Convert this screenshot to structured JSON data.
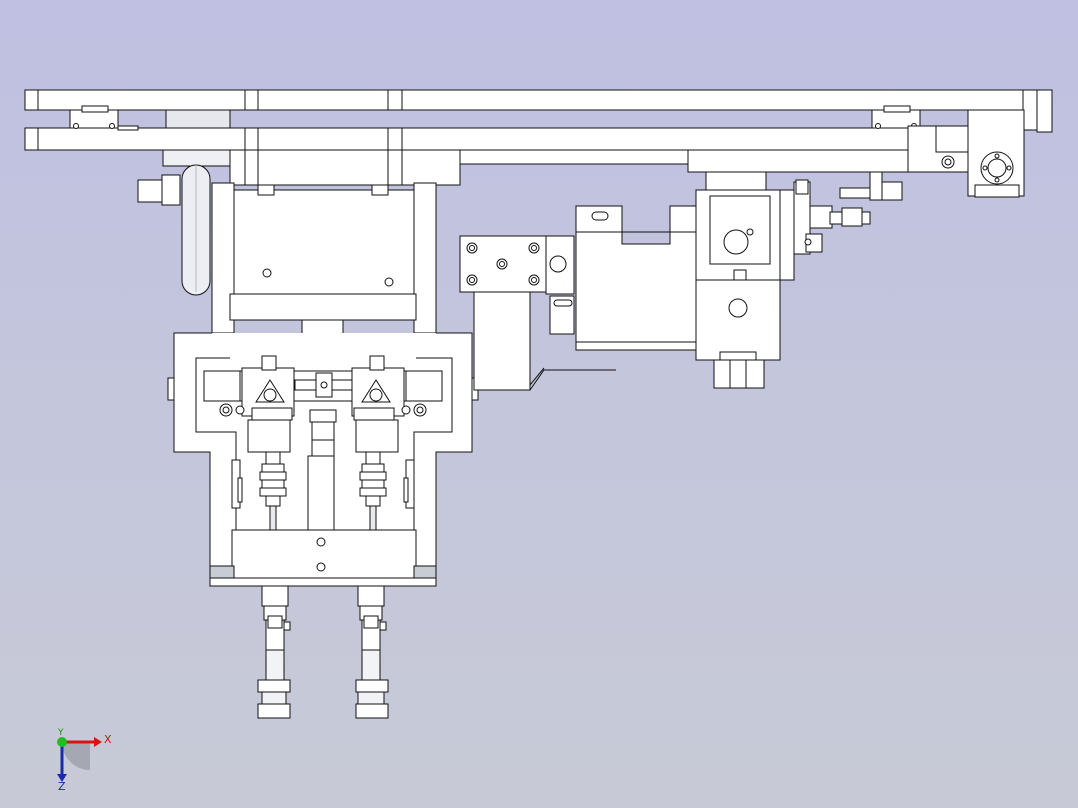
{
  "viewport": {
    "background_top": "#bfc0e2",
    "background_bottom": "#c7cad6",
    "line_color": "#111111",
    "part_fill": "#ffffff",
    "shade_fill": "#d0d4dc"
  },
  "axis_triad": {
    "x_label": "X",
    "y_label": "Y",
    "z_label": "Z",
    "x_color": "#dd1111",
    "y_color": "#22bb22",
    "z_color": "#1a2aa8"
  }
}
